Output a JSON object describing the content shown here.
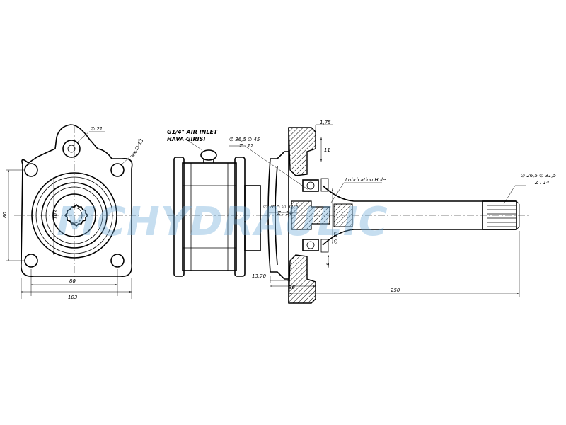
{
  "watermark": "MCHYDRAULIC",
  "front_view": {
    "dim_hole_dia": "∅ 21",
    "dim_bolt_holes": "4x ∅ 13",
    "dim_height": "80",
    "dim_bore": "103",
    "dim_width_inner": "80",
    "dim_width_outer": "103"
  },
  "side_view": {
    "air_inlet_line1": "G1/4\" AIR INLET",
    "air_inlet_line2": "HAVA GIRISI"
  },
  "section_view": {
    "dim_spline_large": "∅ 36,5 ∅ 45",
    "dim_spline_large_z": "Z : 12",
    "dim_chamfer": "1,75",
    "dim_11": "11",
    "dim_spline_inner": "∅ 26,5 ∅ 31,5",
    "dim_spline_inner_z": "Z : 14",
    "lubrication": "Lubrication Hole",
    "dim_75": "∅ 75",
    "dim_9": "9",
    "dim_13_70": "13,70",
    "dim_36": "36",
    "dim_250": "250",
    "dim_spline_shaft": "∅ 26,5 ∅ 31,5",
    "dim_spline_shaft_z": "Z : 14"
  }
}
